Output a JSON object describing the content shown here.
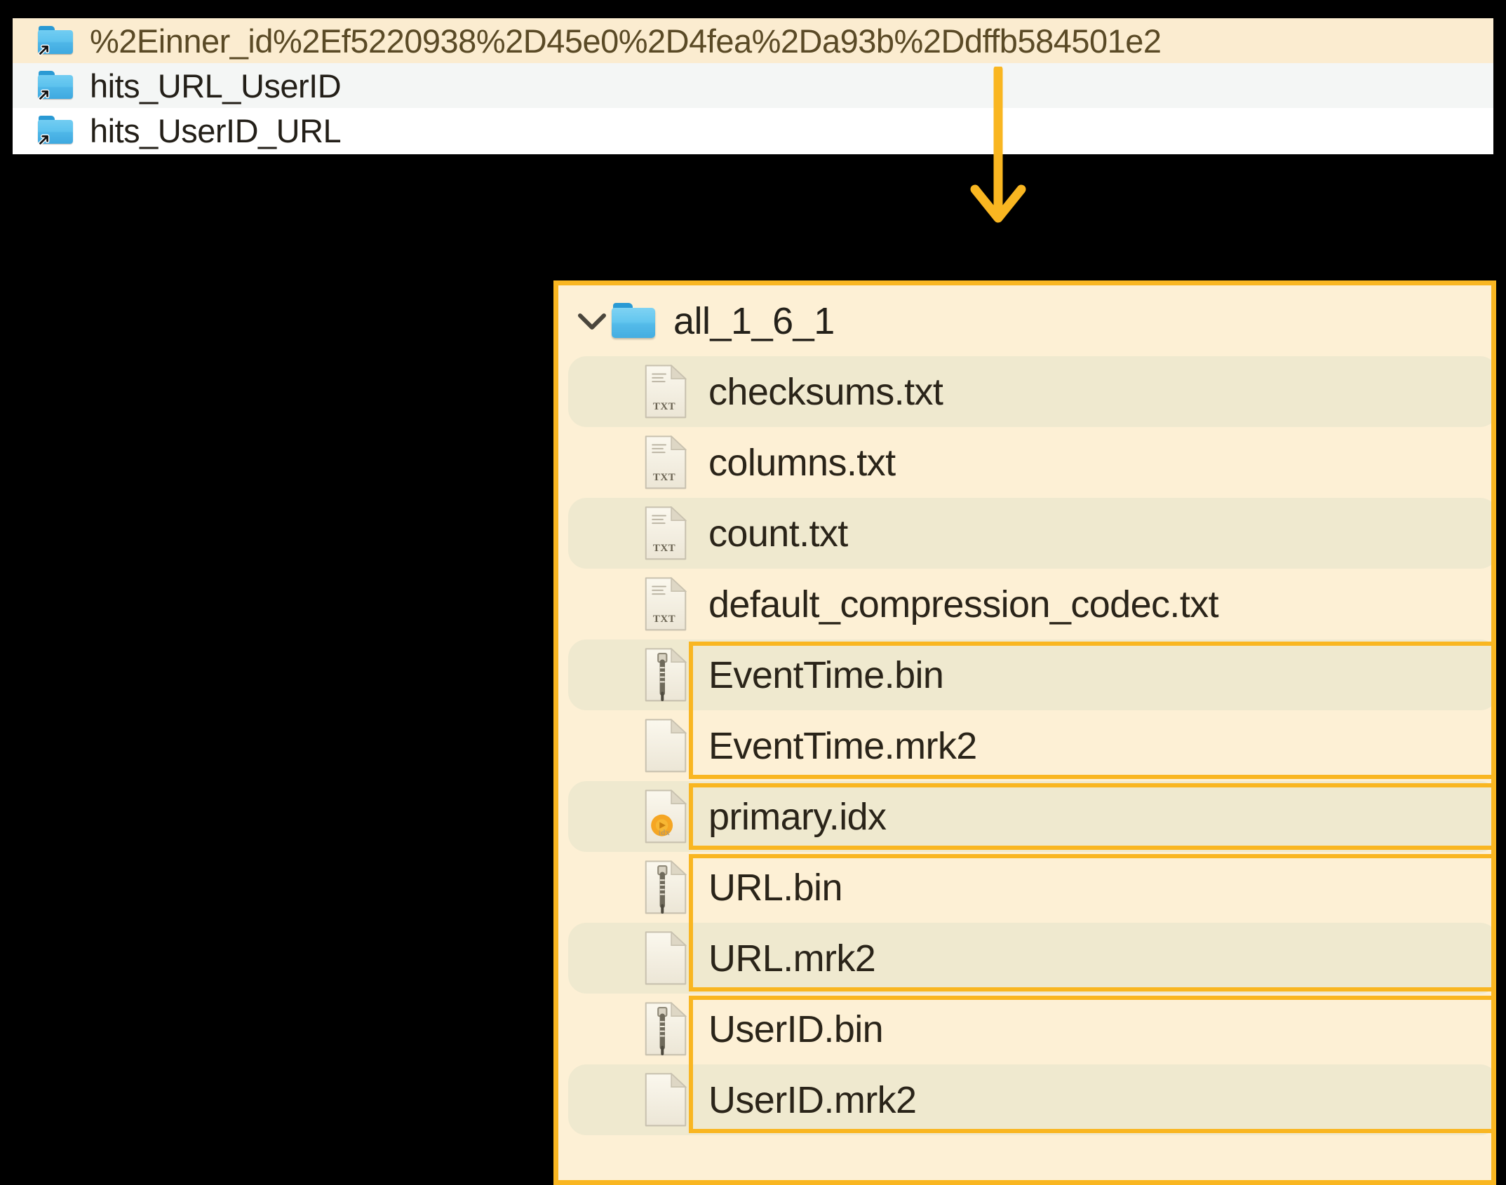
{
  "top_panel": {
    "rows": [
      {
        "label": "%2Einner_id%2Ef5220938%2D45e0%2D4fea%2Da93b%2Ddffb584501e2",
        "icon": "folder-alias-icon",
        "state": "selected"
      },
      {
        "label": "hits_URL_UserID",
        "icon": "folder-alias-icon",
        "state": "alternate"
      },
      {
        "label": "hits_UserID_URL",
        "icon": "folder-alias-icon",
        "state": "plain"
      }
    ]
  },
  "annotation": {
    "arrow": "down-arrow",
    "arrow_color": "#f9b621",
    "highlight_color": "#f9b621"
  },
  "tree_panel": {
    "root": {
      "label": "all_1_6_1",
      "icon": "folder-icon",
      "chevron": "chevron-down-icon",
      "expanded": true
    },
    "files": [
      {
        "name": "checksums.txt",
        "icon": "txt-file-icon",
        "ext": "TXT",
        "zebra": true,
        "boxed": false
      },
      {
        "name": "columns.txt",
        "icon": "txt-file-icon",
        "ext": "TXT",
        "zebra": false,
        "boxed": false
      },
      {
        "name": "count.txt",
        "icon": "txt-file-icon",
        "ext": "TXT",
        "zebra": true,
        "boxed": false
      },
      {
        "name": "default_compression_codec.txt",
        "icon": "txt-file-icon",
        "ext": "TXT",
        "zebra": false,
        "boxed": false
      },
      {
        "name": "EventTime.bin",
        "icon": "bin-file-icon",
        "ext": "",
        "zebra": true,
        "boxed": true
      },
      {
        "name": "EventTime.mrk2",
        "icon": "blank-file-icon",
        "ext": "",
        "zebra": false,
        "boxed": true
      },
      {
        "name": "primary.idx",
        "icon": "idx-file-icon",
        "ext": "idx",
        "zebra": true,
        "boxed": true
      },
      {
        "name": "URL.bin",
        "icon": "bin-file-icon",
        "ext": "",
        "zebra": false,
        "boxed": true
      },
      {
        "name": "URL.mrk2",
        "icon": "blank-file-icon",
        "ext": "",
        "zebra": true,
        "boxed": true
      },
      {
        "name": "UserID.bin",
        "icon": "bin-file-icon",
        "ext": "",
        "zebra": false,
        "boxed": true
      },
      {
        "name": "UserID.mrk2",
        "icon": "blank-file-icon",
        "ext": "",
        "zebra": true,
        "boxed": true
      }
    ],
    "highlight_groups": [
      {
        "label": "EventTime-group",
        "from": 4,
        "to": 5
      },
      {
        "label": "primary-idx-group",
        "from": 6,
        "to": 6
      },
      {
        "label": "URL-group",
        "from": 7,
        "to": 8
      },
      {
        "label": "UserID-group",
        "from": 9,
        "to": 10
      }
    ]
  }
}
